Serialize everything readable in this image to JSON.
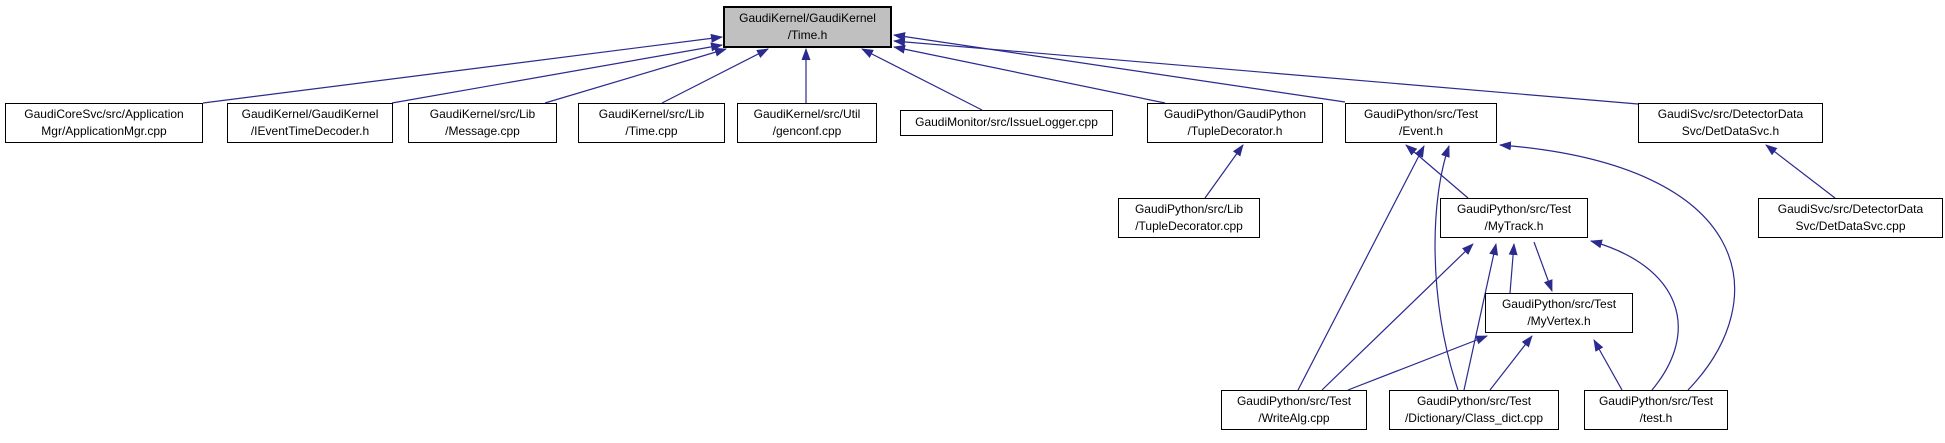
{
  "diagram": {
    "type": "include-dependency-graph",
    "root": "time_h",
    "colors": {
      "edge": "#2a2a8f",
      "node_bg": "#ffffff",
      "node_border": "#000000",
      "root_bg": "#c0c0c0"
    },
    "nodes": {
      "time_h": {
        "label": "GaudiKernel/GaudiKernel\n/Time.h"
      },
      "applicationmgr_cpp": {
        "label": "GaudiCoreSvc/src/Application\nMgr/ApplicationMgr.cpp"
      },
      "ieventtimedecoder_h": {
        "label": "GaudiKernel/GaudiKernel\n/IEventTimeDecoder.h"
      },
      "message_cpp": {
        "label": "GaudiKernel/src/Lib\n/Message.cpp"
      },
      "time_cpp": {
        "label": "GaudiKernel/src/Lib\n/Time.cpp"
      },
      "genconf_cpp": {
        "label": "GaudiKernel/src/Util\n/genconf.cpp"
      },
      "issuelogger_cpp": {
        "label": "GaudiMonitor/src/IssueLogger.cpp"
      },
      "tupledecorator_h": {
        "label": "GaudiPython/GaudiPython\n/TupleDecorator.h"
      },
      "event_h": {
        "label": "GaudiPython/src/Test\n/Event.h"
      },
      "detdatasvc_h": {
        "label": "GaudiSvc/src/DetectorData\nSvc/DetDataSvc.h"
      },
      "tupledecorator_cpp": {
        "label": "GaudiPython/src/Lib\n/TupleDecorator.cpp"
      },
      "mytrack_h": {
        "label": "GaudiPython/src/Test\n/MyTrack.h"
      },
      "detdatasvc_cpp": {
        "label": "GaudiSvc/src/DetectorData\nSvc/DetDataSvc.cpp"
      },
      "myvertex_h": {
        "label": "GaudiPython/src/Test\n/MyVertex.h"
      },
      "writealg_cpp": {
        "label": "GaudiPython/src/Test\n/WriteAlg.cpp"
      },
      "class_dict_cpp": {
        "label": "GaudiPython/src/Test\n/Dictionary/Class_dict.cpp"
      },
      "test_h": {
        "label": "GaudiPython/src/Test\n/test.h"
      }
    },
    "edges": [
      {
        "from": "applicationmgr_cpp",
        "to": "time_h"
      },
      {
        "from": "ieventtimedecoder_h",
        "to": "time_h"
      },
      {
        "from": "message_cpp",
        "to": "time_h"
      },
      {
        "from": "time_cpp",
        "to": "time_h"
      },
      {
        "from": "genconf_cpp",
        "to": "time_h"
      },
      {
        "from": "issuelogger_cpp",
        "to": "time_h"
      },
      {
        "from": "tupledecorator_h",
        "to": "time_h"
      },
      {
        "from": "event_h",
        "to": "time_h"
      },
      {
        "from": "detdatasvc_h",
        "to": "time_h"
      },
      {
        "from": "tupledecorator_cpp",
        "to": "tupledecorator_h"
      },
      {
        "from": "mytrack_h",
        "to": "event_h"
      },
      {
        "from": "detdatasvc_cpp",
        "to": "detdatasvc_h"
      },
      {
        "from": "myvertex_h",
        "to": "mytrack_h"
      },
      {
        "from": "mytrack_h",
        "to": "myvertex_h"
      },
      {
        "from": "writealg_cpp",
        "to": "event_h"
      },
      {
        "from": "writealg_cpp",
        "to": "mytrack_h"
      },
      {
        "from": "writealg_cpp",
        "to": "myvertex_h"
      },
      {
        "from": "class_dict_cpp",
        "to": "event_h"
      },
      {
        "from": "class_dict_cpp",
        "to": "mytrack_h"
      },
      {
        "from": "class_dict_cpp",
        "to": "myvertex_h"
      },
      {
        "from": "test_h",
        "to": "event_h"
      },
      {
        "from": "test_h",
        "to": "mytrack_h"
      },
      {
        "from": "test_h",
        "to": "myvertex_h"
      }
    ]
  }
}
